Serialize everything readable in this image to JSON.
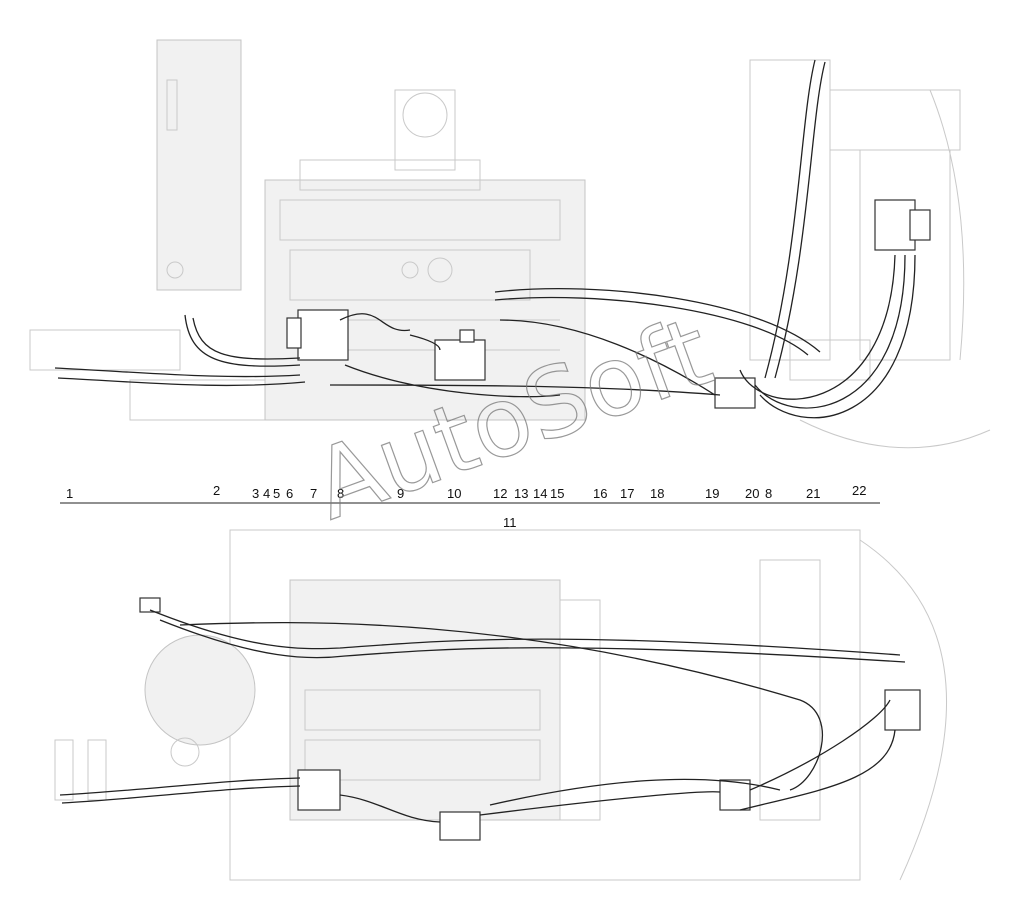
{
  "watermark": "AutoSoft",
  "callouts_top": [
    "1",
    "2",
    "3",
    "4",
    "5",
    "6",
    "7",
    "8",
    "9",
    "10",
    "12",
    "13",
    "14",
    "15",
    "16",
    "17",
    "18",
    "19",
    "20",
    "8",
    "21",
    "22"
  ],
  "callouts_bottom": [
    "11"
  ]
}
